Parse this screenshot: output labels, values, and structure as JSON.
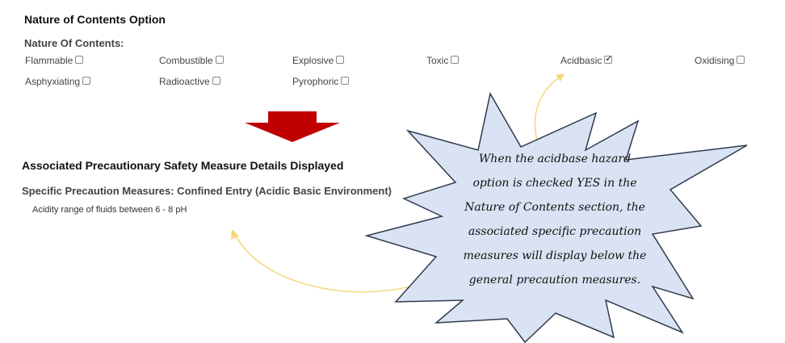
{
  "section_title": "Nature of Contents Option",
  "nature_label": "Nature Of Contents:",
  "options": [
    {
      "label": "Flammable",
      "checked": false
    },
    {
      "label": "Combustible",
      "checked": false
    },
    {
      "label": "Explosive",
      "checked": false
    },
    {
      "label": "Toxic",
      "checked": false
    },
    {
      "label": "Acidbasic",
      "checked": true
    },
    {
      "label": "Oxidising",
      "checked": false
    },
    {
      "label": "Asphyxiating",
      "checked": false
    },
    {
      "label": "Radioactive",
      "checked": false
    },
    {
      "label": "Pyrophoric",
      "checked": false
    }
  ],
  "associated_title": "Associated Precautionary Safety Measure Details Displayed",
  "specific_heading": "Specific Precaution Measures: Confined Entry (Acidic Basic Environment)",
  "measure_text": "Acidity range of fluids between 6 - 8 pH",
  "callout_lines": [
    "When the acidbase hazard",
    "option is checked YES in the",
    "Nature of Contents section, the",
    "associated specific precaution",
    "measures will display below the",
    "general precaution measures."
  ],
  "colors": {
    "arrow_red": "#c00000",
    "burst_fill": "#dae3f3",
    "burst_stroke": "#2f3b4c",
    "connector_yellow": "#f5d77a"
  }
}
